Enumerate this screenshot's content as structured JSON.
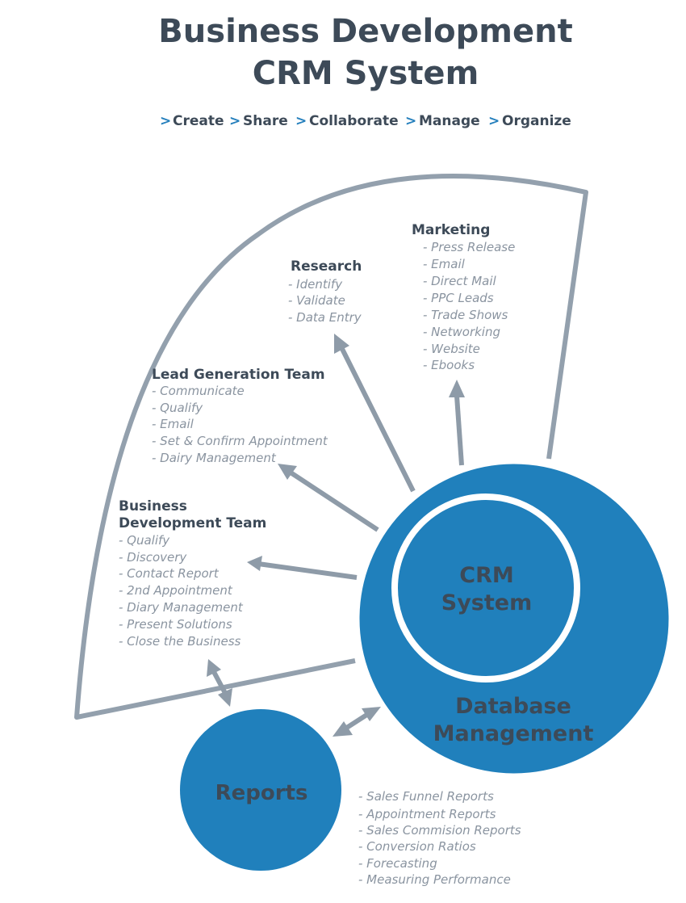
{
  "title": {
    "line1": "Business Development",
    "line2": "CRM System"
  },
  "tagline": [
    "Create",
    "Share",
    "Collaborate",
    "Manage",
    "Organize"
  ],
  "tagline_marker": ">",
  "colors": {
    "primary_blue": "#2080bc",
    "dark_text": "#3d4a58",
    "muted_text": "#8a94a0",
    "connector_gray": "#8e9ba8"
  },
  "groups": {
    "marketing": {
      "heading": "Marketing",
      "items": [
        "- Press Release",
        "- Email",
        "- Direct Mail",
        "- PPC Leads",
        "- Trade Shows",
        "- Networking",
        "- Website",
        "- Ebooks"
      ]
    },
    "research": {
      "heading": "Research",
      "items": [
        "- Identify",
        "- Validate",
        "- Data Entry"
      ]
    },
    "lead_generation": {
      "heading": "Lead Generation Team",
      "items": [
        "- Communicate",
        "- Qualify",
        "- Email",
        "- Set & Confirm Appointment",
        "- Dairy Management"
      ]
    },
    "business_development": {
      "heading_line1": "Business",
      "heading_line2": "Development Team",
      "items": [
        "- Qualify",
        "- Discovery",
        "- Contact Report",
        "- 2nd Appointment",
        "- Diary Management",
        "- Present Solutions",
        "- Close the Business"
      ]
    },
    "reports": {
      "items": [
        "- Sales Funnel Reports",
        "- Appointment Reports",
        "- Sales Commision Reports",
        "- Conversion Ratios",
        "- Forecasting",
        "- Measuring Performance"
      ]
    }
  },
  "circles": {
    "crm": {
      "line1": "CRM",
      "line2": "System"
    },
    "database": {
      "line1": "Database",
      "line2": "Management"
    },
    "reports": {
      "label": "Reports"
    }
  }
}
